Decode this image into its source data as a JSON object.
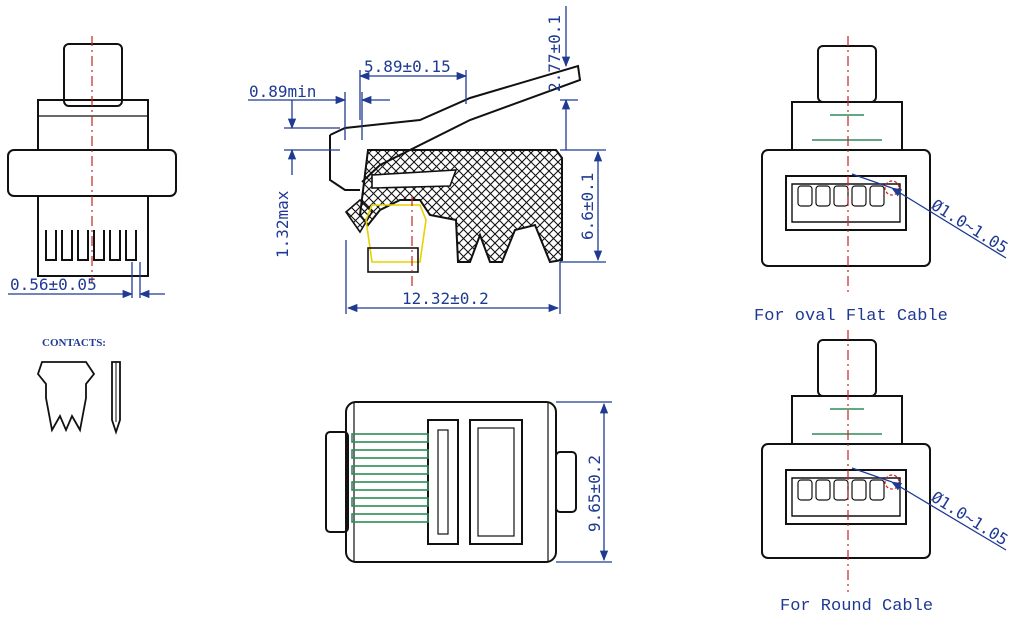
{
  "dimensions": {
    "contact_width": "0.56±0.05",
    "min_gap": "0.89min",
    "latch_offset": "5.89±0.15",
    "latch_height": "2.77±0.1",
    "contact_height": "1.32max",
    "body_height": "6.6±0.1",
    "body_length": "12.32±0.2",
    "body_width": "9.65±0.2",
    "hole_flat": "Ø1.0~1.05",
    "hole_round": "Ø1.0~1.05"
  },
  "labels": {
    "contacts": "CONTACTS:",
    "flat_cable": "For oval Flat Cable",
    "round_cable": "For Round Cable"
  },
  "colors": {
    "outline": "#111111",
    "dimension": "#1f3a93",
    "centerline": "#cc2222",
    "contact": "#2e8b57",
    "highlight": "#e6d200"
  }
}
